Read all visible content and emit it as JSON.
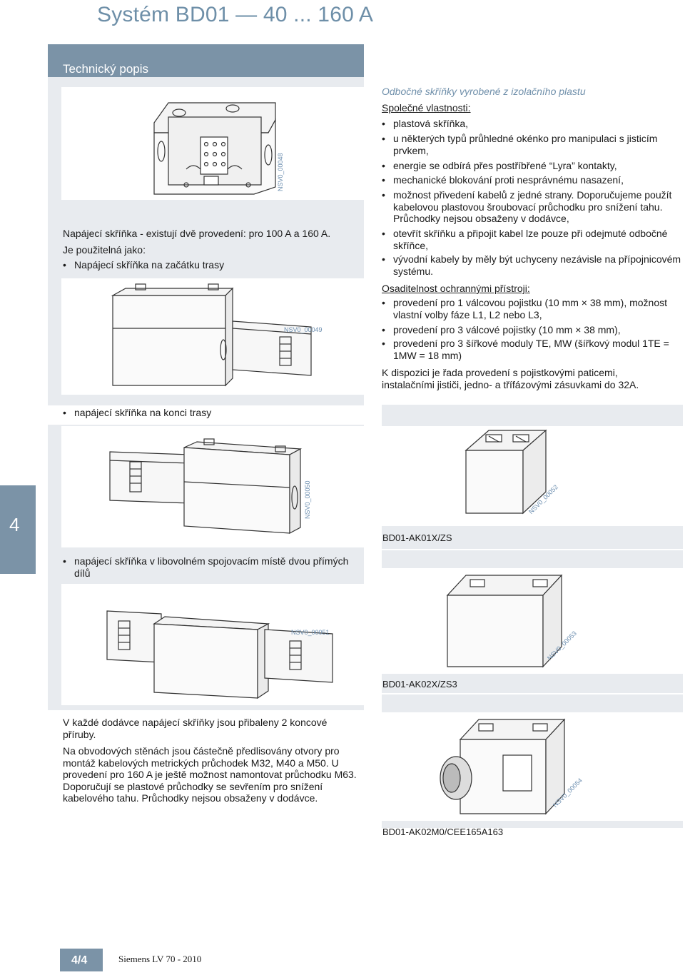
{
  "header": {
    "title": "Systém BD01 — 40 ... 160 A"
  },
  "section": {
    "title": "Technický popis"
  },
  "left": {
    "fig1_code": "NSV0_00048",
    "intro_line1": "Napájecí skříňka - existují dvě provedení: pro 100 A a 160 A.",
    "intro_line2": "Je použitelná jako:",
    "bullet_start": "Napájecí skříňka na začátku trasy",
    "fig2_code": "NSV0_00049",
    "bullet_end": "napájecí skříňka na konci trasy",
    "fig3_code": "NSV0_00050",
    "bullet_joint": "napájecí skříňka v libovolném spojovacím místě dvou přímých dílů",
    "fig4_code": "NSV0_00051",
    "para1": "V každé dodávce napájecí skříňky jsou přibaleny 2 koncové příruby.",
    "para2": "Na obvodových stěnách jsou částečně předlisovány otvory pro montáž kabelových metrických průchodek M32, M40 a M50. U provedení pro 160 A je ještě možnost namontovat průchodku M63. Doporučují se plastové průchodky se sevřením pro snížení kabelového tahu. Průchodky nejsou obsaženy v dodávce."
  },
  "right": {
    "heading": "Odbočné skříňky vyrobené z izolačního plastu",
    "common_label": "Společné vlastnosti:",
    "common_items": [
      "plastová skříňka,",
      "u některých typů průhledné okénko pro manipulaci s jisticím prvkem,",
      "energie se odbírá přes postříbřené “Lyra” kontakty,",
      "mechanické blokování proti nesprávnému nasazení,",
      "možnost přivedení kabelů z jedné strany. Doporučujeme použít kabelovou plastovou šroubovací průchodku pro snížení tahu. Průchodky nejsou obsaženy v dodávce,",
      "otevřít skříňku a připojit kabel lze pouze při odejmuté odbočné skříňce,",
      "vývodní kabely by měly být uchyceny nezávisle na přípojnicovém systému."
    ],
    "protection_label": "Osaditelnost ochrannými přístroji:",
    "protection_items": [
      "provedení pro 1 válcovou pojistku (10 mm × 38 mm), možnost vlastní volby fáze L1, L2 nebo L3,",
      "provedení pro 3 válcové pojistky (10 mm × 38 mm),",
      "provedení pro 3 šířkové moduly TE, MW (šířkový modul 1TE = 1MW = 18 mm)"
    ],
    "closing": "K dispozici je řada provedení s pojistkovými paticemi, instalačními jističi, jedno- a třífázovými zásuvkami do 32A.",
    "fig_ak01_code": "NSV0_00052",
    "fig_ak01_caption": "BD01-AK01X/ZS",
    "fig_ak02_code": "NSV0_00053",
    "fig_ak02_caption": "BD01-AK02X/ZS3",
    "fig_ak02m0_code": "NSV0_00054",
    "fig_ak02m0_caption": "BD01-AK02M0/CEE165A163"
  },
  "tab": {
    "number": "4"
  },
  "footer": {
    "page": "4/4",
    "catalog": "Siemens LV 70 - 2010"
  },
  "colors": {
    "accent": "#7b93a7",
    "title": "#6e8fa8",
    "panel": "#e8ebef",
    "figure_code": "#6d8fb0"
  }
}
